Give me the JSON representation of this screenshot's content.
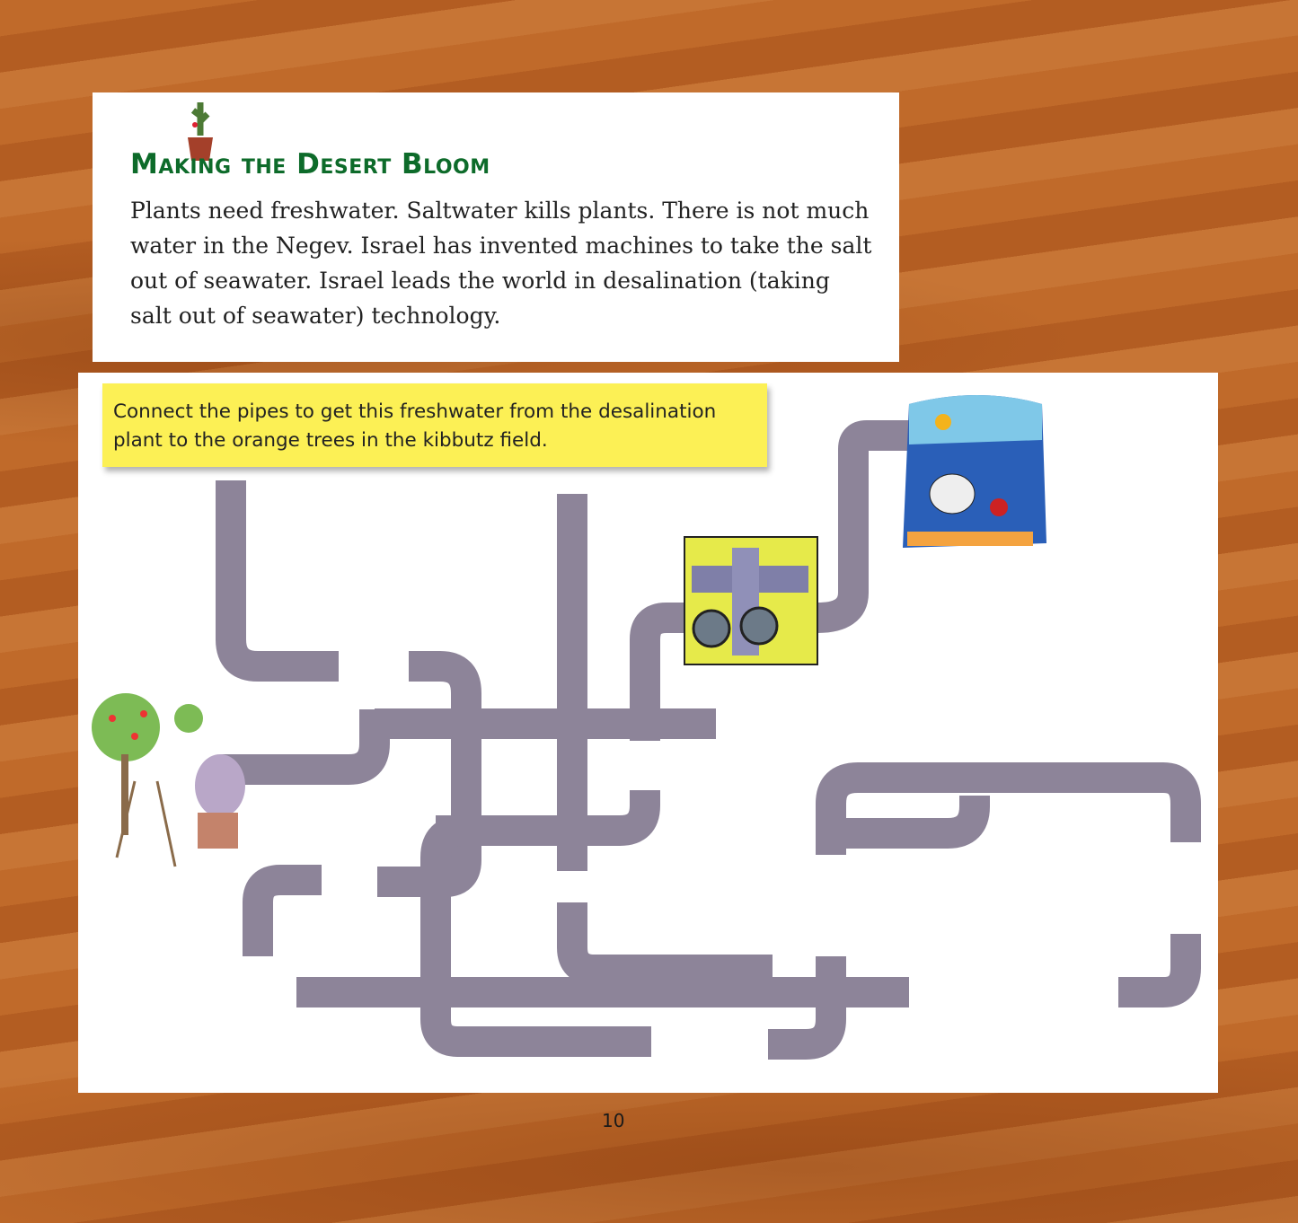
{
  "intro": {
    "title": "Making the Desert Bloom",
    "body": "Plants need freshwater. Saltwater kills plants. There is not much water in the Negev. Israel has invented machines to take the salt out of seawater. Israel leads the world in desalination (taking salt out of seawater) technology."
  },
  "puzzle": {
    "instructions": "Connect the pipes to get this freshwater from the desalination plant to the orange trees in the kibbutz field."
  },
  "page_number": "10",
  "colors": {
    "title": "#0d6b2a",
    "instructions_bg": "#fcf055",
    "pipe": "#8d8499"
  }
}
